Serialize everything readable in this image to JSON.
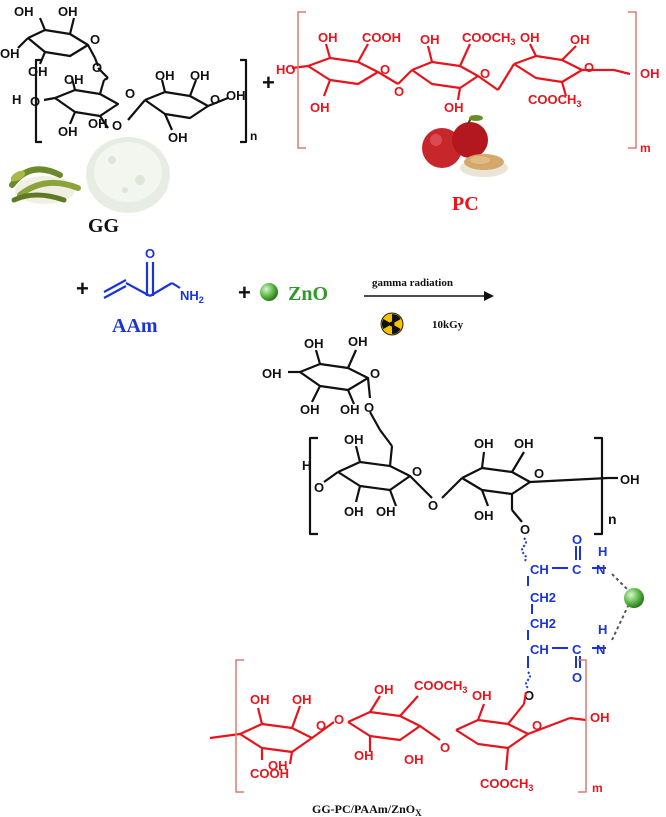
{
  "colors": {
    "black": "#111111",
    "red": "#e8141c",
    "blue": "#1a35d6",
    "green": "#2e9a2a",
    "bracket_red": "#e07a70"
  },
  "icons": {
    "guar_plant": "guar-bean-pods-icon",
    "gg_powder": "powder-pile-icon",
    "apples": "apple-icon",
    "pectin_powder": "powder-bowl-icon",
    "zno_particle": "green-sphere-icon",
    "radiation": "radiation-trefoil-icon"
  },
  "gg": {
    "label": "GG",
    "oh": "OH",
    "h": "H",
    "o": "O",
    "n": "n"
  },
  "pc": {
    "label": "PC",
    "oh": "OH",
    "ho": "HO",
    "cooh": "COOH",
    "cooch3": "COOCH",
    "sub3": "3",
    "o": "O",
    "m": "m"
  },
  "plus": "+",
  "aam": {
    "label": "AAm",
    "o": "O",
    "nh2": "NH",
    "sub2": "2"
  },
  "zno": {
    "label": "ZnO"
  },
  "reaction": {
    "condition_top": "gamma radiation",
    "dose": "10kGy"
  },
  "product": {
    "oh": "OH",
    "h": "H",
    "o": "O",
    "n": "n",
    "m": "m",
    "ch": "CH",
    "ch2": "CH2",
    "c": "C",
    "nh": "N",
    "nh_h": "H",
    "cooh": "COOH",
    "cooch3": "COOCH",
    "sub3": "3",
    "label_main": "GG-PC/PAAm/ZnO",
    "label_sub": "X"
  }
}
